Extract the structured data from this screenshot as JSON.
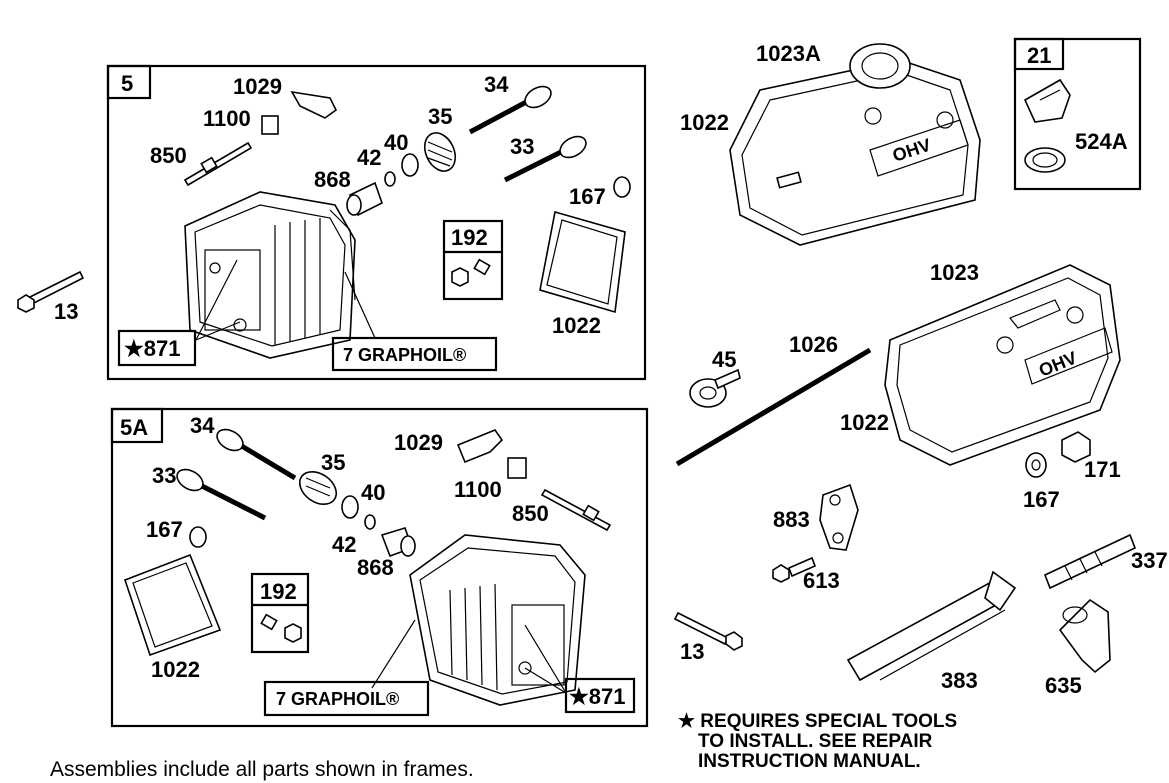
{
  "frames": {
    "f5": "5",
    "f5a": "5A",
    "f21": "21",
    "f192a": "192",
    "f192b": "192"
  },
  "labels": {
    "a1029": "1029",
    "a1100": "1100",
    "a850": "850",
    "a34": "34",
    "a35": "35",
    "a40": "40",
    "a42": "42",
    "a868": "868",
    "a33": "33",
    "a167": "167",
    "a1022": "1022",
    "a871": "★871",
    "agraphoil": "7 GRAPHOIL®",
    "b34": "34",
    "b33": "33",
    "b35": "35",
    "b40": "40",
    "b42": "42",
    "b868": "868",
    "b1029": "1029",
    "b1100": "1100",
    "b850": "850",
    "b167": "167",
    "b1022": "1022",
    "bgraphoil": "7 GRAPHOIL®",
    "b871": "★871",
    "n13a": "13",
    "n13b": "13",
    "c1023a": "1023A",
    "c1022a": "1022",
    "c524a": "524A",
    "c1023": "1023",
    "c1026": "1026",
    "c45": "45",
    "c1022b": "1022",
    "c171": "171",
    "c167": "167",
    "c883": "883",
    "c613": "613",
    "c337": "337",
    "c383": "383",
    "c635": "635"
  },
  "note": {
    "line1": "★ REQUIRES SPECIAL TOOLS",
    "line2": "TO INSTALL.  SEE REPAIR",
    "line3": "INSTRUCTION MANUAL."
  },
  "footer": "Assemblies include all parts shown in frames."
}
